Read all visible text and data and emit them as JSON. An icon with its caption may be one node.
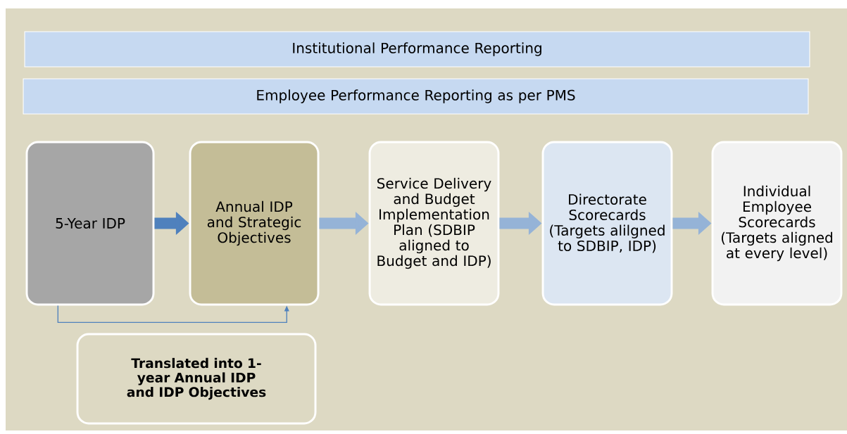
{
  "diagram": {
    "nodes": [
      {
        "text": [
          "Institutional Performance Reporting"
        ]
      },
      {
        "text": [
          "Employee Performance Reporting as per PMS"
        ]
      },
      {
        "text": [
          "5-Year  IDP"
        ]
      },
      {
        "text": [
          "Annual IDP and Strategic Objectives"
        ]
      },
      {
        "text": [
          "Service Delivery and Budget Implementation Plan (SDBIP aligned to Budget and IDP)"
        ]
      },
      {
        "text": [
          "Directorate Scorecards (Targets alilgned to SDBIP, IDP)"
        ]
      },
      {
        "text": [
          "Individual Employee Scorecards (Targets aligned at every level)"
        ]
      },
      {
        "text": [
          "Translated into 1-year Annual IDP and IDP Objectives"
        ]
      }
    ],
    "edges": [
      {
        "from": 2,
        "to": 3,
        "arrow": "to",
        "color": "#4f81bd"
      },
      {
        "from": 3,
        "to": 4,
        "arrow": "to"
      },
      {
        "from": 4,
        "to": 5,
        "arrow": "to"
      },
      {
        "from": 5,
        "to": 6,
        "arrow": "to"
      },
      {
        "from": 2,
        "to": 3,
        "arrow": "to",
        "color": "#4f81bd"
      }
    ]
  }
}
